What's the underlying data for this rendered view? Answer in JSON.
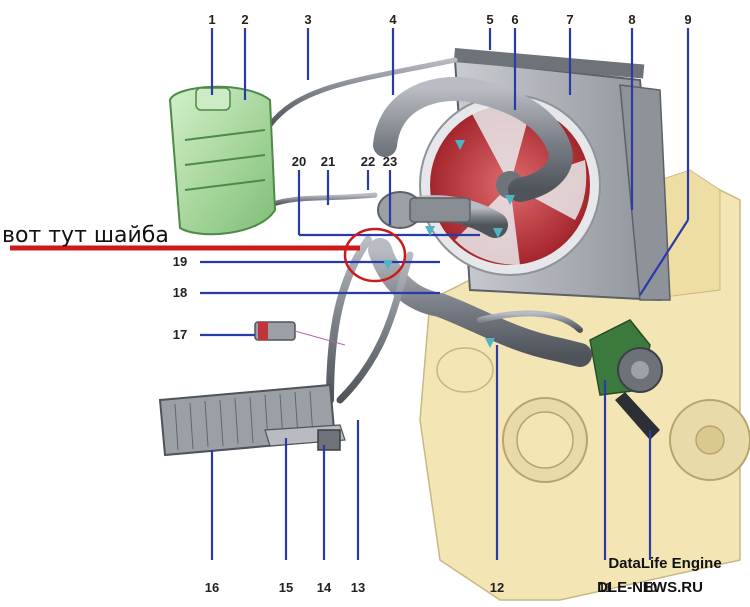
{
  "callouts": [
    "1",
    "2",
    "3",
    "4",
    "5",
    "6",
    "7",
    "8",
    "9",
    "20",
    "21",
    "22",
    "23",
    "19",
    "18",
    "17",
    "16",
    "15",
    "14",
    "13",
    "12",
    "11",
    "10"
  ],
  "annotation": {
    "text": "вот тут шайба",
    "line_color": "#cc1a1a"
  },
  "watermark": {
    "line1": "DataLife Engine",
    "line2": "DLE-NEWS.RU"
  },
  "colors": {
    "callout": "#2a3aa8",
    "engine": "#f3e6b4",
    "hose": "#8b8f96",
    "reservoir": "#a8d8a0",
    "fan": "#c0353a",
    "heater_core": "#9aa0a6"
  }
}
